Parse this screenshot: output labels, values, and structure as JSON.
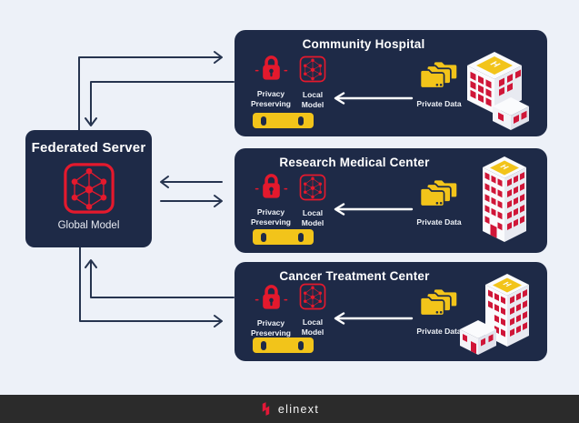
{
  "colors": {
    "background": "#edf1f8",
    "panel_navy": "#1e2a47",
    "accent_red": "#e4192d",
    "accent_yellow": "#f2c41a",
    "connector_navy": "#26344f",
    "footer_bg": "#2b2b2b",
    "building_window_red": "#d01638"
  },
  "federated_server": {
    "title": "Federated Server",
    "model_label": "Global Model"
  },
  "shared_labels": {
    "privacy": "Privacy Preserving",
    "local_model": "Local Model",
    "private_data": "Private Data",
    "helipad_letter": "H"
  },
  "institutions": [
    {
      "title": "Community Hospital"
    },
    {
      "title": "Research Medical Center"
    },
    {
      "title": "Cancer Treatment Center"
    }
  ],
  "footer": {
    "brand": "elinext"
  }
}
